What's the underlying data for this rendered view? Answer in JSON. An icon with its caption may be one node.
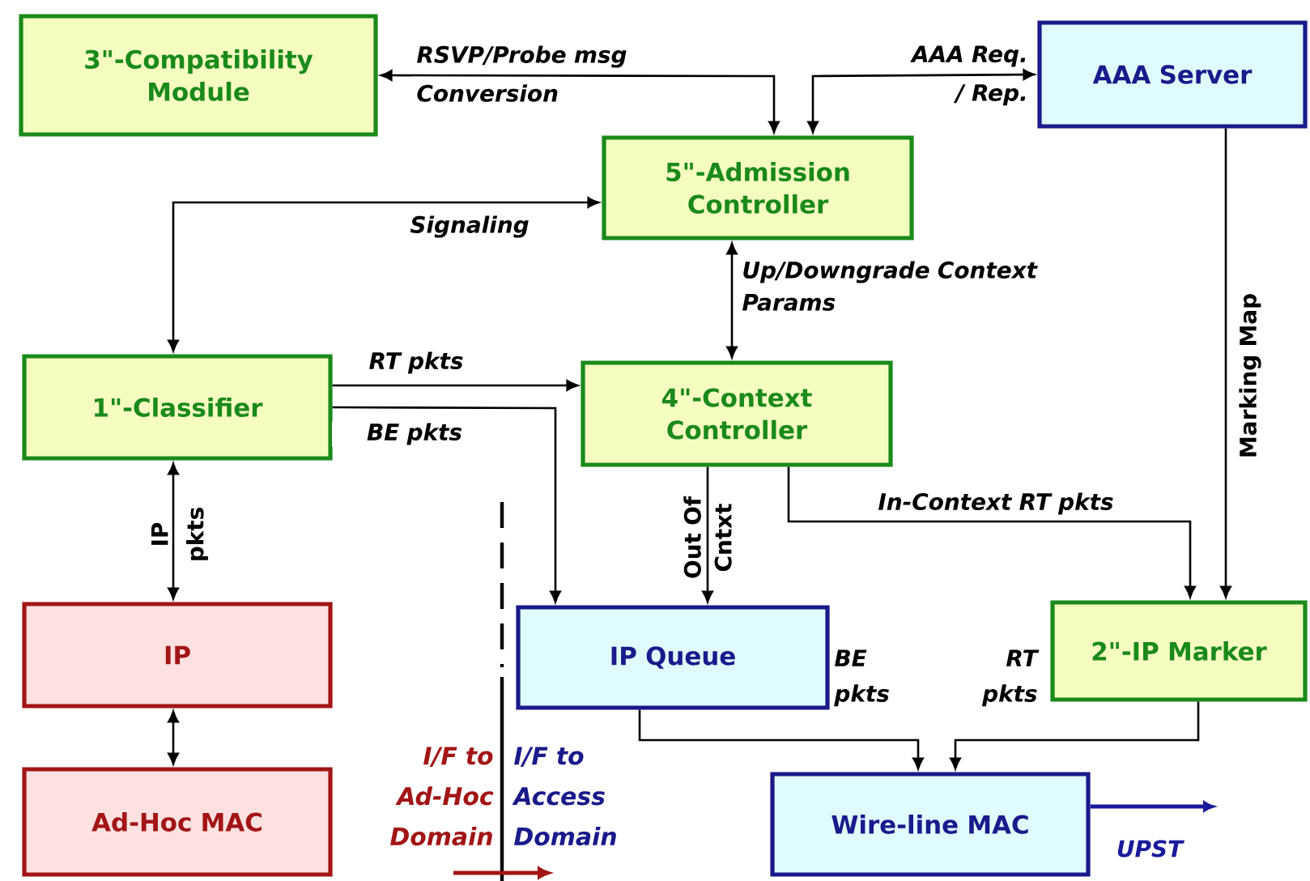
{
  "diagram": {
    "nodes": [
      {
        "text": [
          "3\"-Compatibility Module"
        ]
      },
      {
        "text": [
          "5\"-Admission Controller"
        ]
      },
      {
        "text": [
          "AAA Server"
        ]
      },
      {
        "text": [
          "1\"-Classifier"
        ]
      },
      {
        "text": [
          "4\"-Context Controller"
        ]
      },
      {
        "text": [
          "IP"
        ]
      },
      {
        "text": [
          "Ad-Hoc MAC"
        ]
      },
      {
        "text": [
          "IP Queue"
        ]
      },
      {
        "text": [
          "2\"-IP Marker"
        ]
      },
      {
        "text": [
          "Wire-line MAC"
        ]
      }
    ],
    "edges": [
      {
        "from": 1,
        "to": 0,
        "arrow": "both",
        "label": "RSVP/Probe msg Conversion"
      },
      {
        "from": 1,
        "to": 2,
        "arrow": "both",
        "label": "AAA Req. / Rep."
      },
      {
        "from": 3,
        "to": 1,
        "arrow": "both",
        "label": "Signaling"
      },
      {
        "from": 1,
        "to": 4,
        "arrow": "both",
        "label": "Up/Downgrade Context Params"
      },
      {
        "from": 3,
        "to": 4,
        "arrow": "to",
        "label": "RT pkts"
      },
      {
        "from": 3,
        "to": 7,
        "arrow": "to",
        "label": "BE pkts"
      },
      {
        "from": 4,
        "to": 7,
        "arrow": "to",
        "label": "Out Of Cntxt"
      },
      {
        "from": 4,
        "to": 8,
        "arrow": "to",
        "label": "In-Context RT pkts"
      },
      {
        "from": 2,
        "to": 8,
        "arrow": "to",
        "label": "Marking Map"
      },
      {
        "from": 3,
        "to": 5,
        "arrow": "both",
        "label": "IP pkts"
      },
      {
        "from": 5,
        "to": 6,
        "arrow": "both"
      },
      {
        "from": 7,
        "to": 9,
        "arrow": "to",
        "label": "BE pkts"
      },
      {
        "from": 8,
        "to": 9,
        "arrow": "to",
        "label": "RT pkts"
      },
      {
        "from": 9,
        "to": null,
        "arrow": "to",
        "label": "UPST",
        "color": "#1a1a9c"
      }
    ],
    "labels": [
      "I/F to Ad-Hoc Domain",
      "I/F to Access Domain"
    ]
  }
}
